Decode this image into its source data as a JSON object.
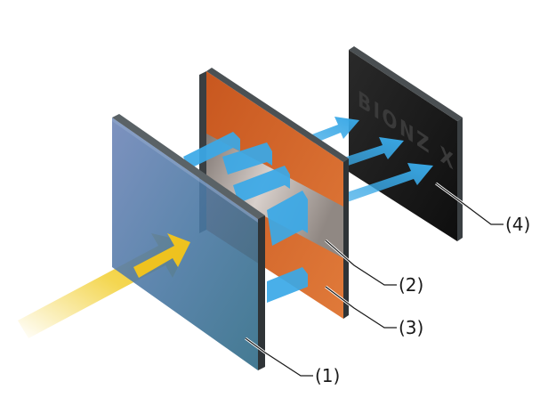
{
  "labels": {
    "label_1": "(1)",
    "label_2": "(2)",
    "label_3": "(3)",
    "label_4": "(4)"
  },
  "layers": [
    {
      "callout": "(1)",
      "color": "#3f6b8f"
    },
    {
      "callout": "(2)",
      "color": "#8c8c8c"
    },
    {
      "callout": "(3)",
      "color": "#d4642a"
    },
    {
      "callout": "(4)",
      "color": "#1b1b1b"
    }
  ],
  "chip_text": "BIONZ X",
  "colors": {
    "incoming_light": "#f2cf32",
    "signal_arrows": "#39a8e6",
    "frame": "#2f3437"
  }
}
